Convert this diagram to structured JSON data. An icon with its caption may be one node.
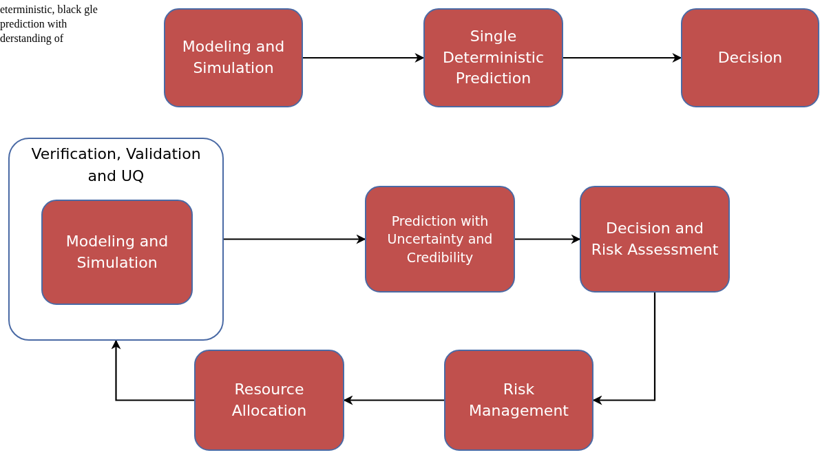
{
  "diagram": {
    "nodes": [
      {
        "text": [
          "Modeling and Simulation"
        ]
      },
      {
        "text": [
          "Single Deterministic Prediction"
        ]
      },
      {
        "text": [
          "Decision"
        ]
      },
      {
        "text": [
          "Verification, Validation and UQ"
        ]
      },
      {
        "text": [
          "Modeling and Simulation"
        ],
        "in": 3
      },
      {
        "text": [
          "Prediction with Uncertainty and Credibility"
        ]
      },
      {
        "text": [
          "Decision and Risk Assessment"
        ]
      },
      {
        "text": [
          "Risk Management"
        ]
      },
      {
        "text": [
          "Resource Allocation"
        ]
      }
    ],
    "edges": [
      {
        "from": 0,
        "to": 1,
        "arrow": "to"
      },
      {
        "from": 1,
        "to": 2,
        "arrow": "to"
      },
      {
        "from": 3,
        "to": 5,
        "arrow": "to"
      },
      {
        "from": 5,
        "to": 6,
        "arrow": "to"
      },
      {
        "from": 6,
        "to": 7,
        "arrow": "to"
      },
      {
        "from": 7,
        "to": 8,
        "arrow": "to"
      },
      {
        "from": 8,
        "to": 3,
        "arrow": "to"
      }
    ],
    "labels": [
      "eterministic, black gle prediction with derstanding of"
    ]
  }
}
